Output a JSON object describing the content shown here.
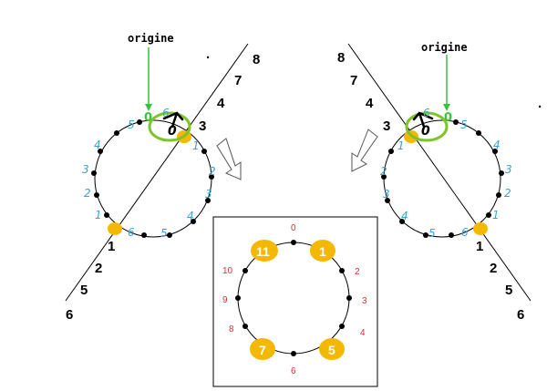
{
  "origin_label": "origine",
  "left_line_numbers": [
    "8",
    "7",
    "4",
    "3",
    "1",
    "2",
    "5",
    "6"
  ],
  "right_line_numbers": [
    "8",
    "7",
    "4",
    "3",
    "1",
    "2",
    "5",
    "6"
  ],
  "left_circle_labels": [
    "0",
    "6",
    "5",
    "4",
    "3",
    "2",
    "1",
    "6",
    "5",
    "4",
    "3",
    "2",
    "1",
    "0"
  ],
  "right_circle_labels": [
    "0",
    "6",
    "5",
    "4",
    "3",
    "2",
    "1",
    "6",
    "5",
    "4",
    "3",
    "2",
    "1",
    "0"
  ],
  "center_red_labels": [
    "0",
    "2",
    "3",
    "4",
    "6",
    "8",
    "9",
    "10"
  ],
  "center_badges": [
    "11",
    "1",
    "7",
    "5"
  ],
  "colors": {
    "accent_yellow": "#f5b800",
    "green": "#3cc03c",
    "green_ring": "#7dc428",
    "blue_text": "#3aa0d8",
    "red_text": "#d83030"
  }
}
